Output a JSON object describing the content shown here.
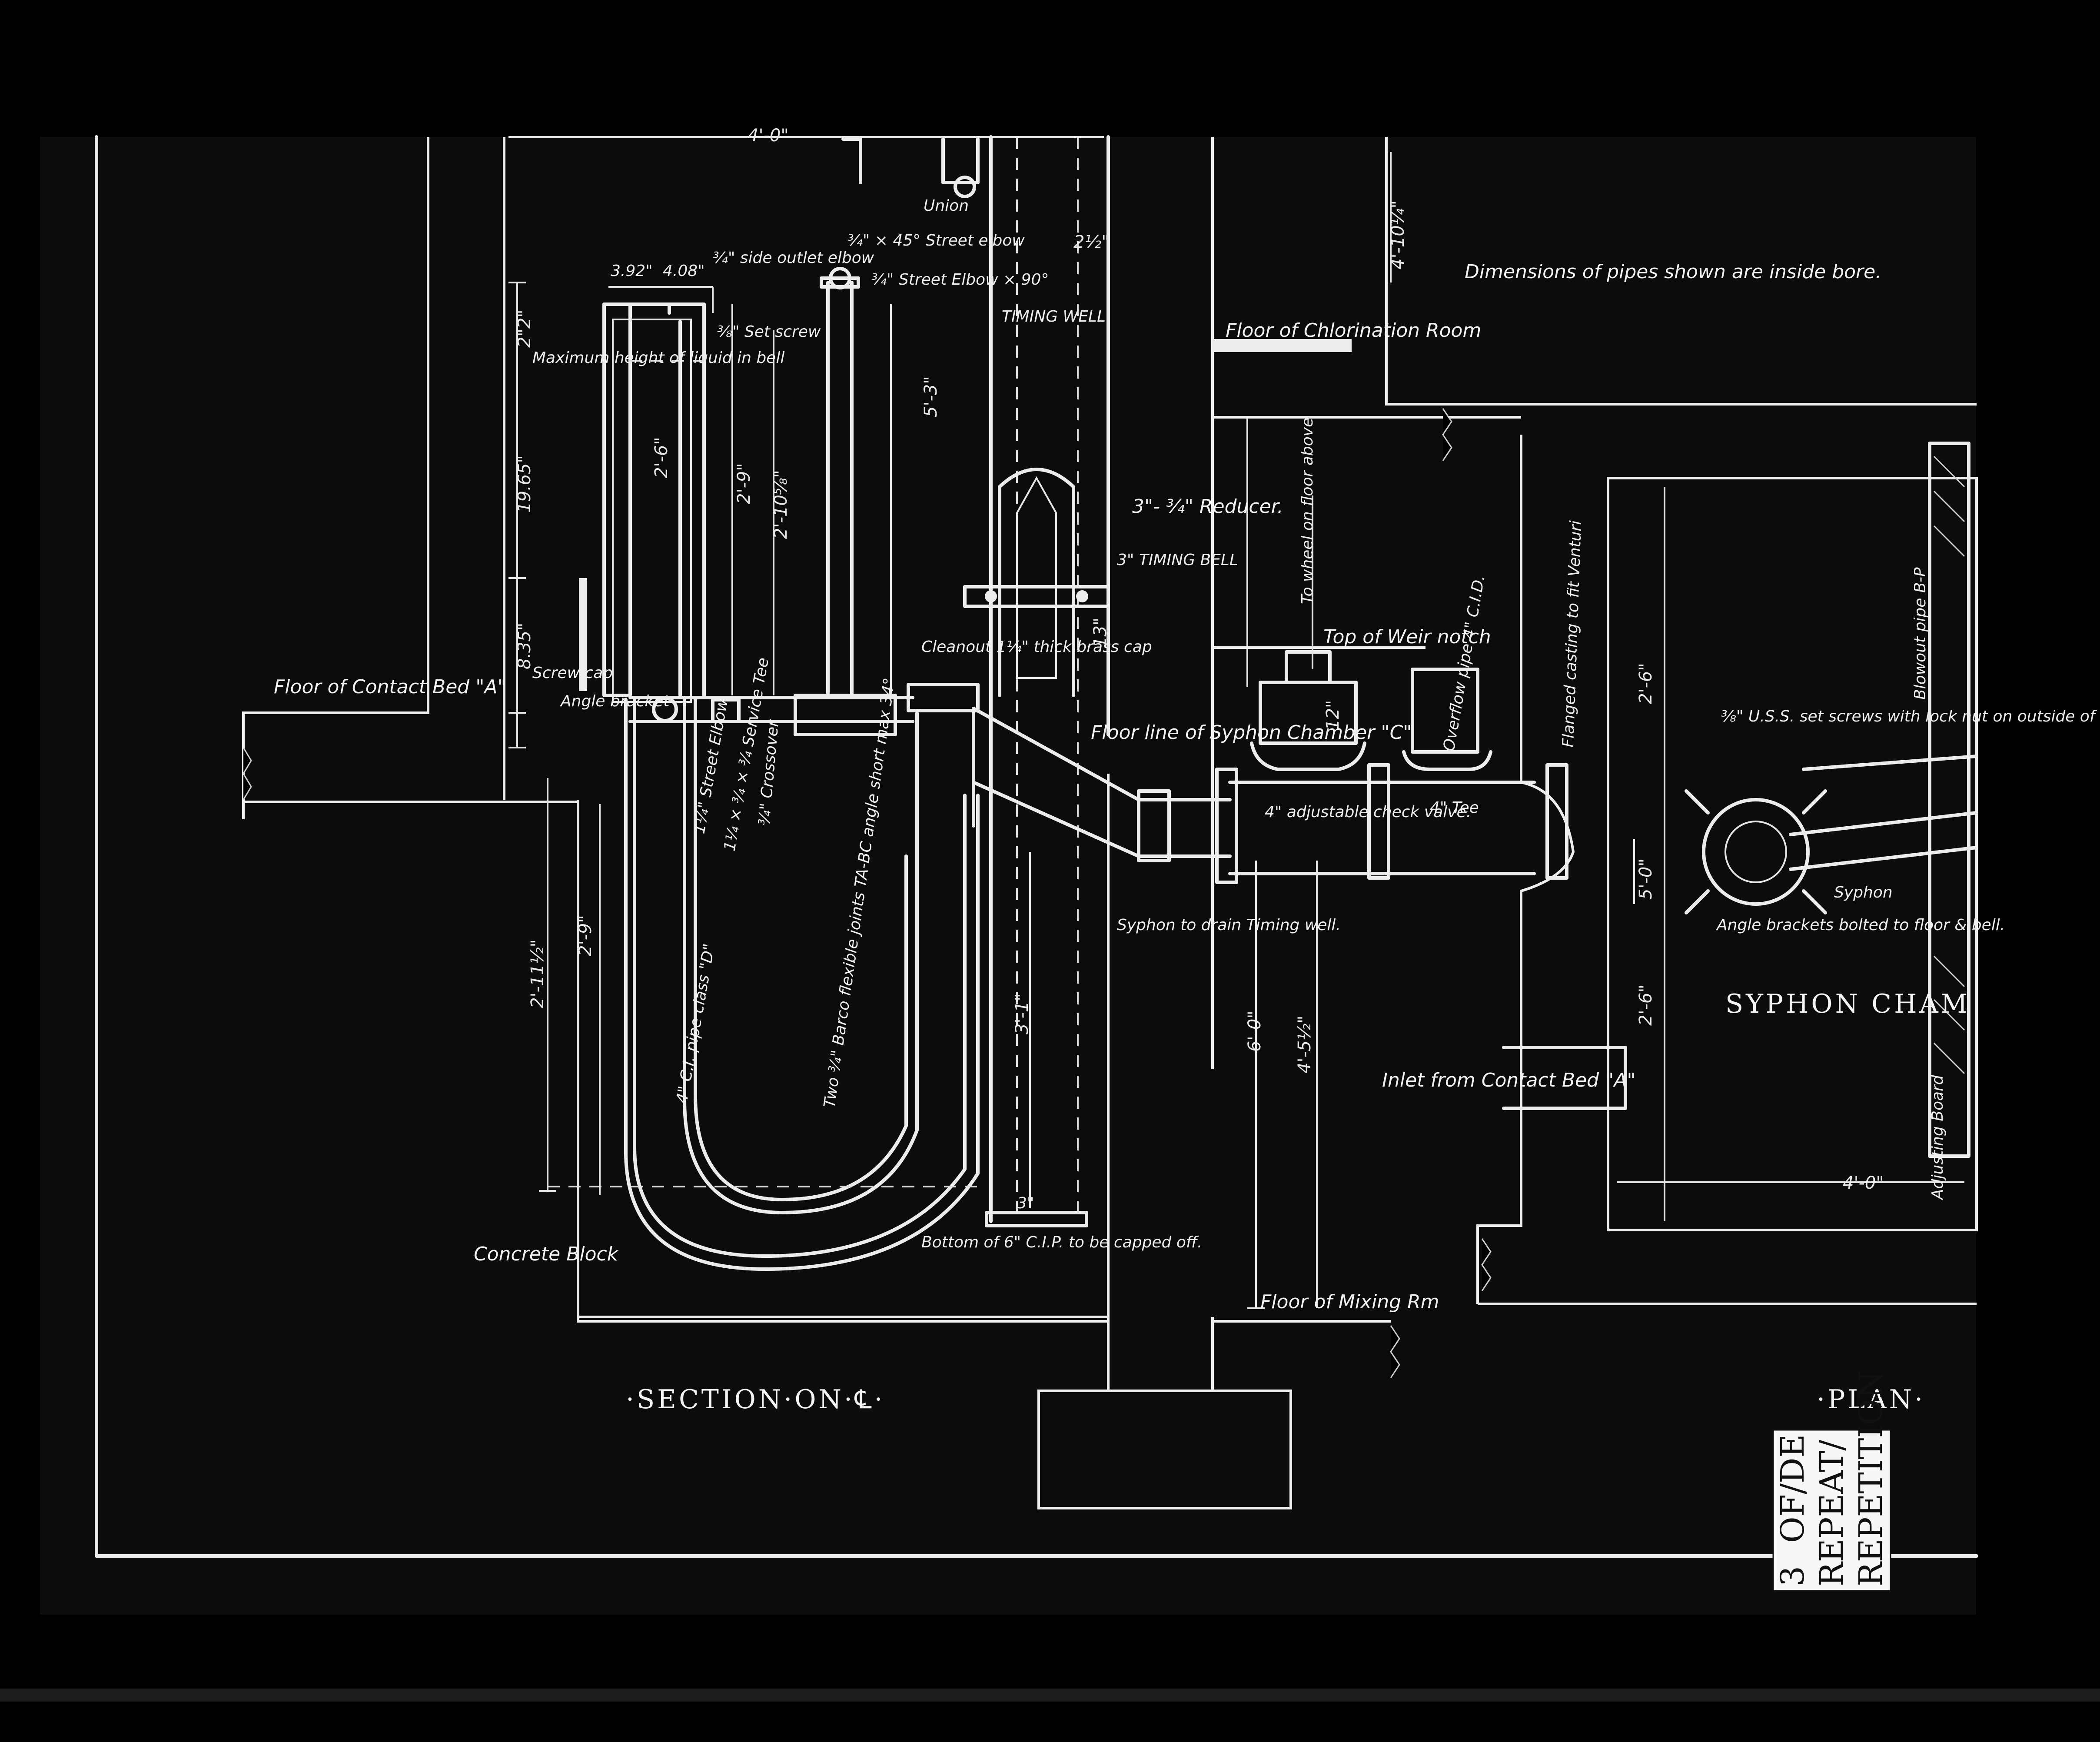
{
  "labels": {
    "dim_4_0_top": "4'-0\"",
    "dim_3_92": "3.92\"",
    "dim_4_08": "4.08\"",
    "dim_2_2": "2\"2\"",
    "dim_19_65": "19.65\"",
    "dim_8_35": "8.35\"",
    "dim_2_6_bell": "2'-6\"",
    "dim_2_9_up": "2'-9\"",
    "dim_2_10": "2'-10⅝\"",
    "dim_5_3": "5'-3\"",
    "dim_4_10": "4'-10¼\"",
    "dim_2_half": "2½\"",
    "dim_2_6_right": "2'-6\"",
    "dim_5_0": "5'-0\"",
    "dim_2_6_low": "2'-6\"",
    "dim_4_0_right": "4'-0\"",
    "dim_6_0": "6'-0\"",
    "dim_4_5half": "4'-5½\"",
    "dim_12": "12\"",
    "dim_3_1": "3'-1\"",
    "dim_2_11half": "2'-11½\"",
    "dim_2_9_low": "2'-9\"",
    "dim_13": "13\"",
    "dim_3_sm": "3\"",
    "maximum_height": "Maximum height of liquid in bell",
    "side_outlet_elbow": "¾\" side outlet elbow",
    "street_elbow_45": "¾\" × 45° Street elbow",
    "street_elbow_90": "¾\" Street Elbow × 90°",
    "set_screw": "⅜\" Set screw",
    "union": "Union",
    "timing_well": "TIMING WELL",
    "reducer": "3\"- ¾\" Reducer.",
    "timing_bell": "3\" TIMING BELL",
    "cleanout": "Cleanout 1¼\" thick brass cap",
    "floor_contact_bed": "Floor of Contact Bed \"A\"",
    "screw_cap": "Screw cap",
    "angle_bracket": "Angle bracket",
    "street_elbow_114": "1¼\" Street Elbow",
    "service_tee": "1¼ × ¾ × ¾ Service Tee",
    "crossover": "¾\" Crossover",
    "flexible_joints": "Two ¾\" Barco flexible joints TA-BC angle short max 34°",
    "ci_pipe": "4\" C.I. pipe class \"D\"",
    "floor_line_syphon": "Floor line of Syphon Chamber \"C\"",
    "syphon_drain": "Syphon to drain Timing well.",
    "bottom_capped": "Bottom of 6\" C.I.P. to be capped off.",
    "concrete_block": "Concrete Block",
    "floor_chlorination": "Floor of Chlorination Room",
    "dimensions_note": "Dimensions of pipes shown are inside bore.",
    "to_wheel": "To wheel on floor above",
    "top_weir": "Top of Weir notch",
    "overflow_pipe": "Overflow pipe 4\" C.I.D.",
    "flanged_casting": "Flanged casting to fit Venturi",
    "check_valve": "4\" adjustable check valve.",
    "tee_4": "4\" Tee",
    "inlet_contact": "Inlet from Contact Bed \"A\"",
    "floor_mixing": "Floor of Mixing Rm",
    "uss_set_screws": "⅜\" U.S.S. set screws with lock nut on outside of bell.",
    "blowout_pipe": "Blowout pipe B-P",
    "syphon": "Syphon",
    "angle_brackets_floor": "Angle brackets bolted to floor & bell.",
    "syphon_chamber": "SYPHON CHAM",
    "adjusting_board": "Adjusting Board",
    "section_title": "·SECTION·ON·℄·",
    "plan_title": "·PLAN·"
  },
  "stamp": {
    "number": "3",
    "of": "OF/DE",
    "repeat": "REPEAT/",
    "repetition": "REPETITION"
  },
  "colors": {
    "background": "#000000",
    "linework": "#ececec",
    "stamp_paper": "#f7f7f7"
  }
}
